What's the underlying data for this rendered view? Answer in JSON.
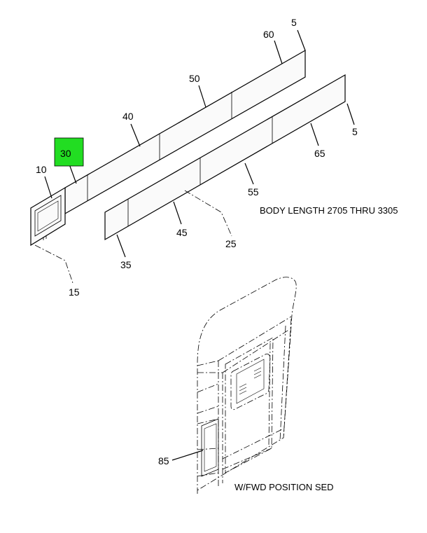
{
  "callouts": {
    "c5_top": "5",
    "c60": "60",
    "c50": "50",
    "c40": "40",
    "c30": "30",
    "c10": "10",
    "c5_right": "5",
    "c65": "65",
    "c55": "55",
    "c45": "45",
    "c25": "25",
    "c35": "35",
    "c15": "15",
    "c85": "85"
  },
  "notes": {
    "body_length": "BODY LENGTH 2705 THRU 3305",
    "position": "W/FWD POSITION SED"
  },
  "colors": {
    "highlight": "#22dd22"
  }
}
